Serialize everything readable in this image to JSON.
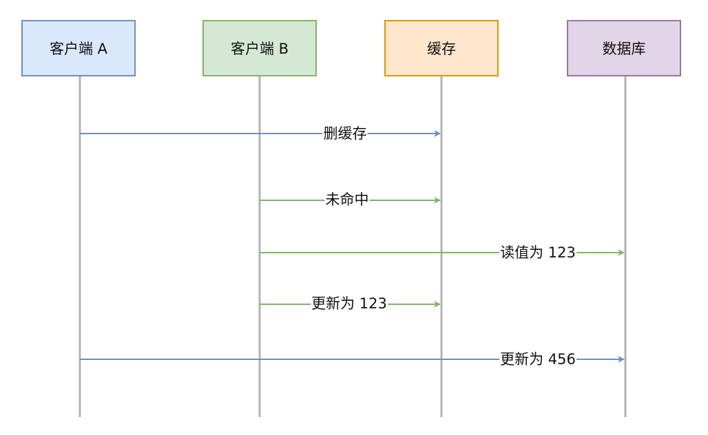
{
  "participants": [
    {
      "id": "client_a",
      "label": "客户端 A",
      "fill": "#dae8fc",
      "stroke": "#6c8ebf"
    },
    {
      "id": "client_b",
      "label": "客户端 B",
      "fill": "#d5e8d4",
      "stroke": "#82b366"
    },
    {
      "id": "cache",
      "label": "缓存",
      "fill": "#ffe6cc",
      "stroke": "#d79b00"
    },
    {
      "id": "database",
      "label": "数据库",
      "fill": "#e1d5e7",
      "stroke": "#9673a6"
    }
  ],
  "messages": [
    {
      "label": "删缓存",
      "from": "client_a",
      "to": "cache",
      "color": "#6c8ebf"
    },
    {
      "label": "未命中",
      "from": "client_b",
      "to": "cache",
      "color": "#82b366"
    },
    {
      "label": "读值为 123",
      "from": "client_b",
      "to": "database",
      "color": "#82b366"
    },
    {
      "label": "更新为 123",
      "from": "client_b",
      "to": "cache",
      "color": "#82b366"
    },
    {
      "label": "更新为 456",
      "from": "client_a",
      "to": "database",
      "color": "#6c8ebf"
    }
  ],
  "lifeline_color": "#b3b3b3"
}
